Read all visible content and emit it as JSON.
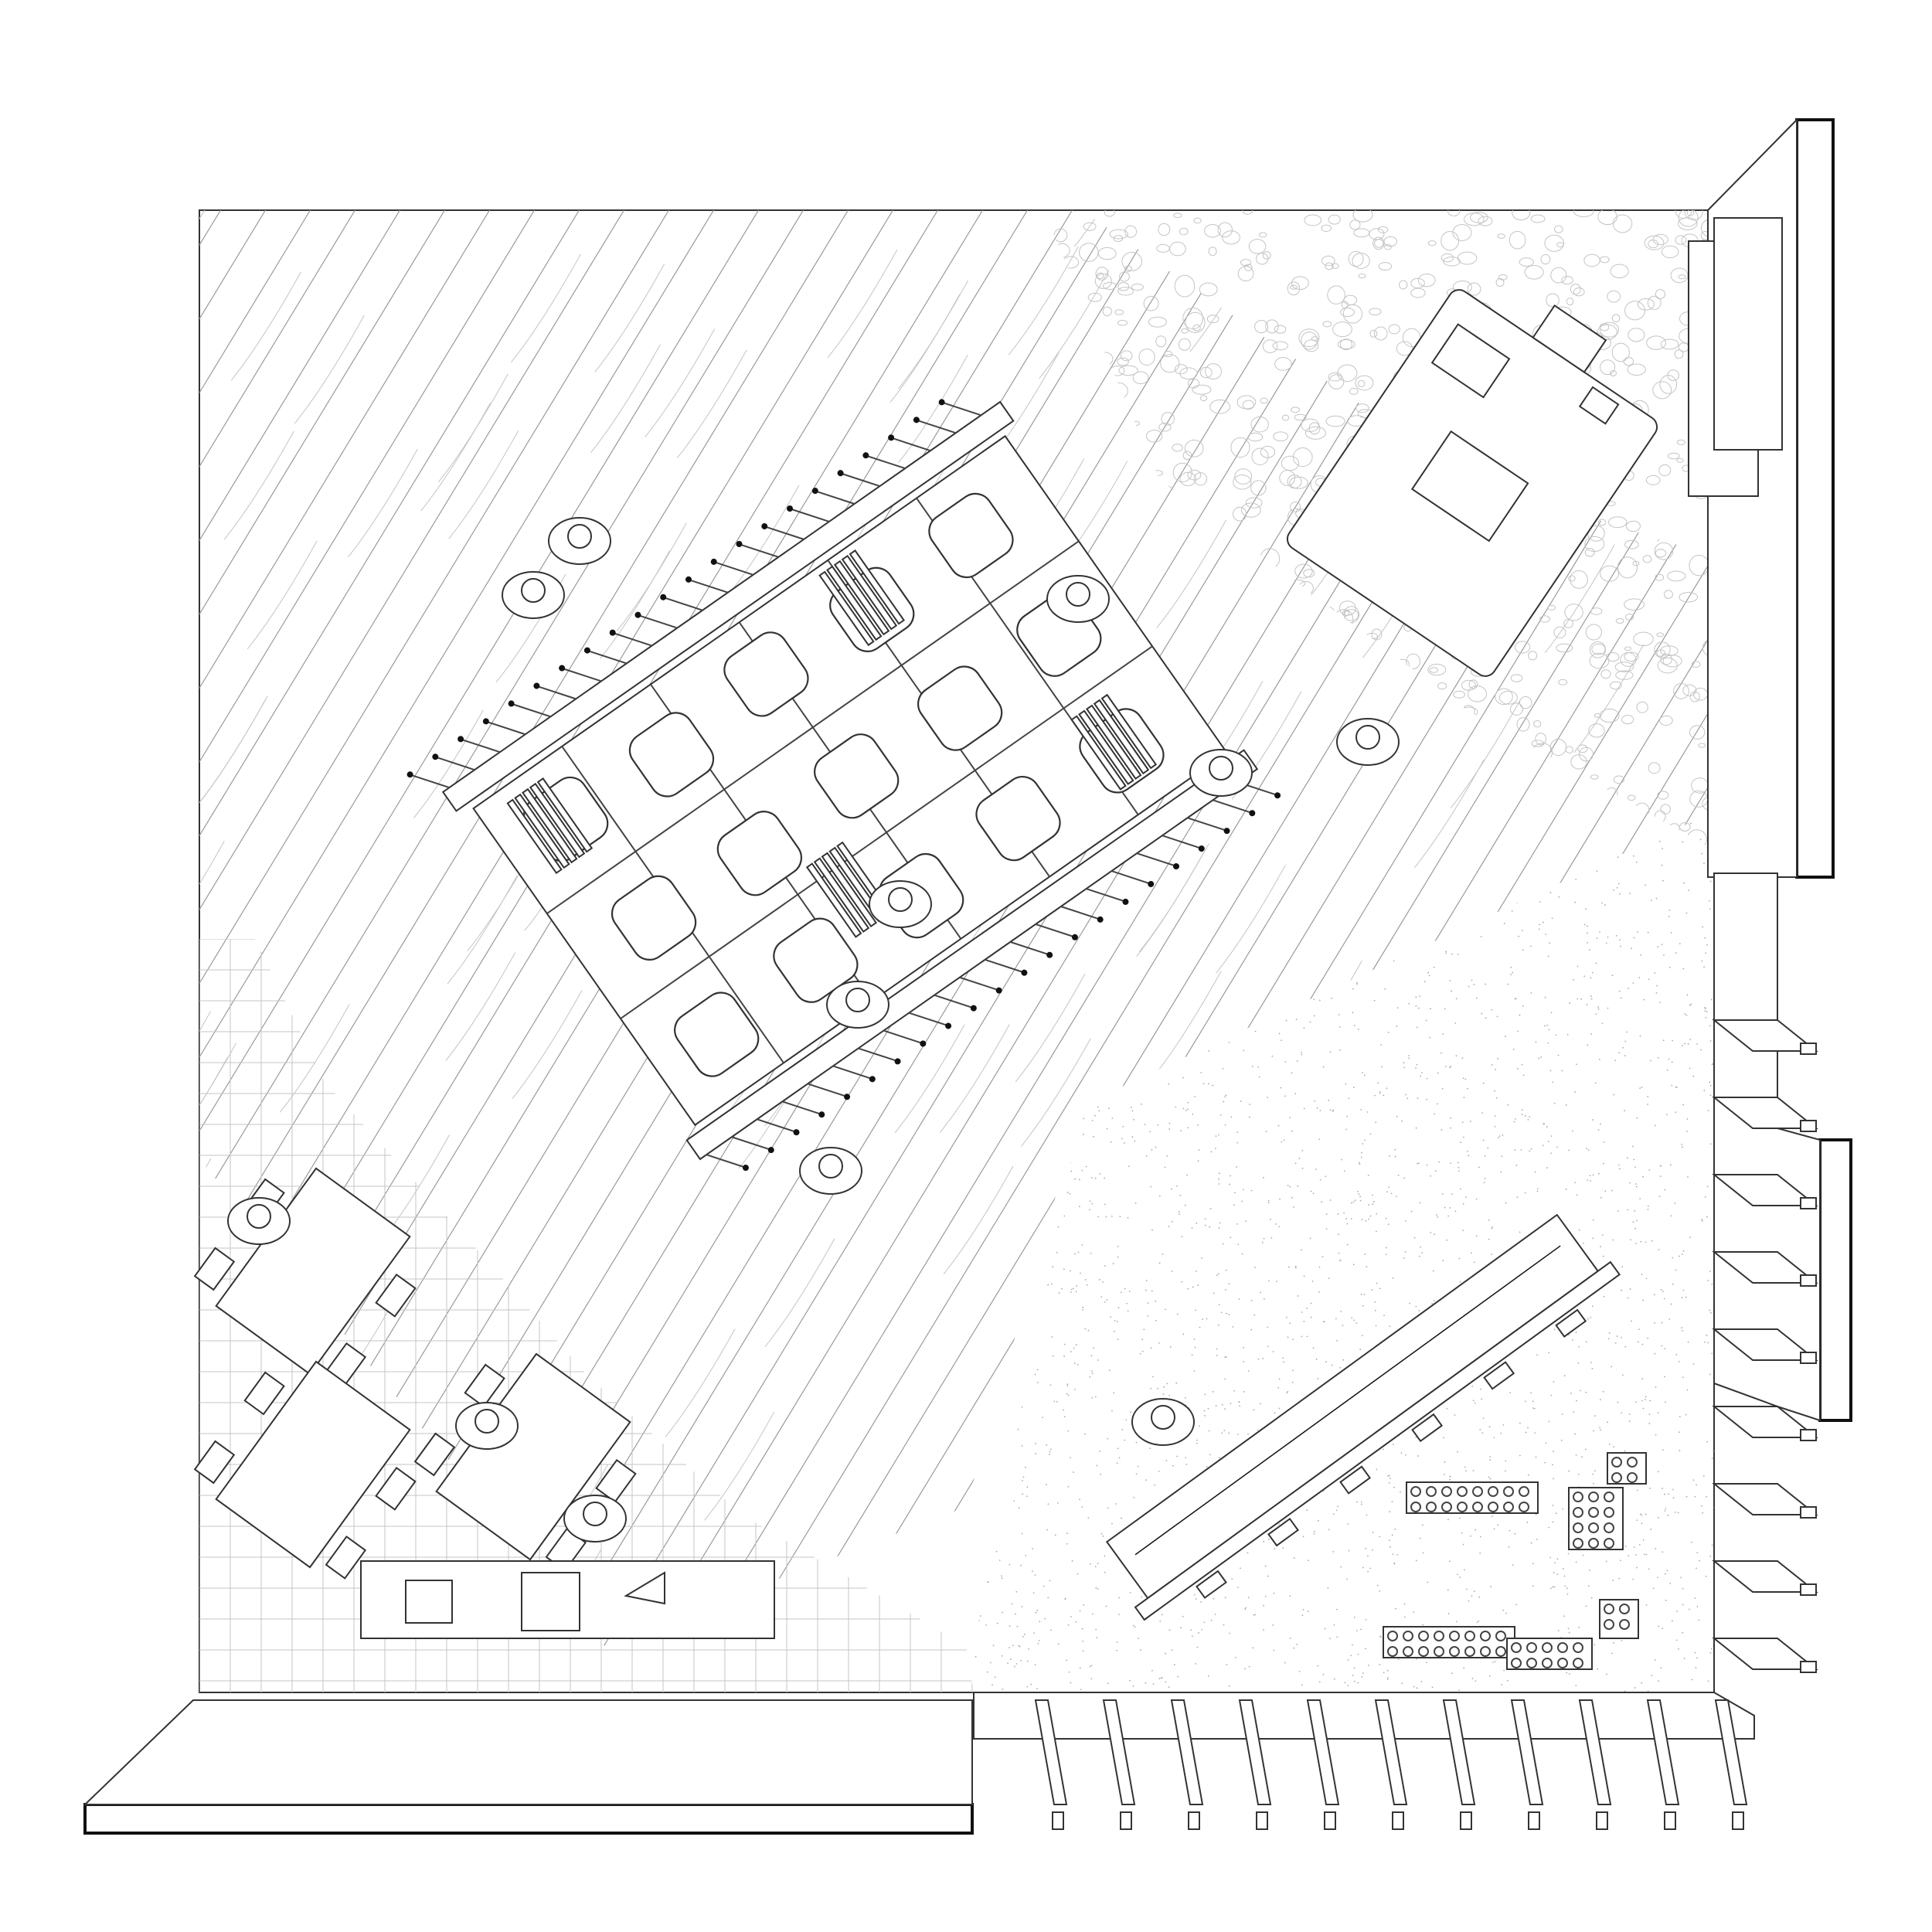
{
  "drawing": {
    "kind": "axonometric-floor-plan",
    "line_color": "#333333",
    "background": "#ffffff",
    "floor_zones": [
      {
        "name": "wood-plank",
        "material": "wood"
      },
      {
        "name": "terrazzo",
        "material": "terrazzo"
      },
      {
        "name": "square-tile",
        "material": "tile"
      },
      {
        "name": "speckled",
        "material": "speckle"
      }
    ],
    "furniture": {
      "central_table_cells": 18,
      "seating_blocks": 4,
      "small_tables": 3,
      "chairs_per_small_table": 4,
      "teacher_desk": 1,
      "bench_steps": 6,
      "toy_blocks": 6,
      "low_shelf_items": 3
    },
    "people": 12,
    "facade_fins": 11,
    "right_wall_shelves": 9
  }
}
